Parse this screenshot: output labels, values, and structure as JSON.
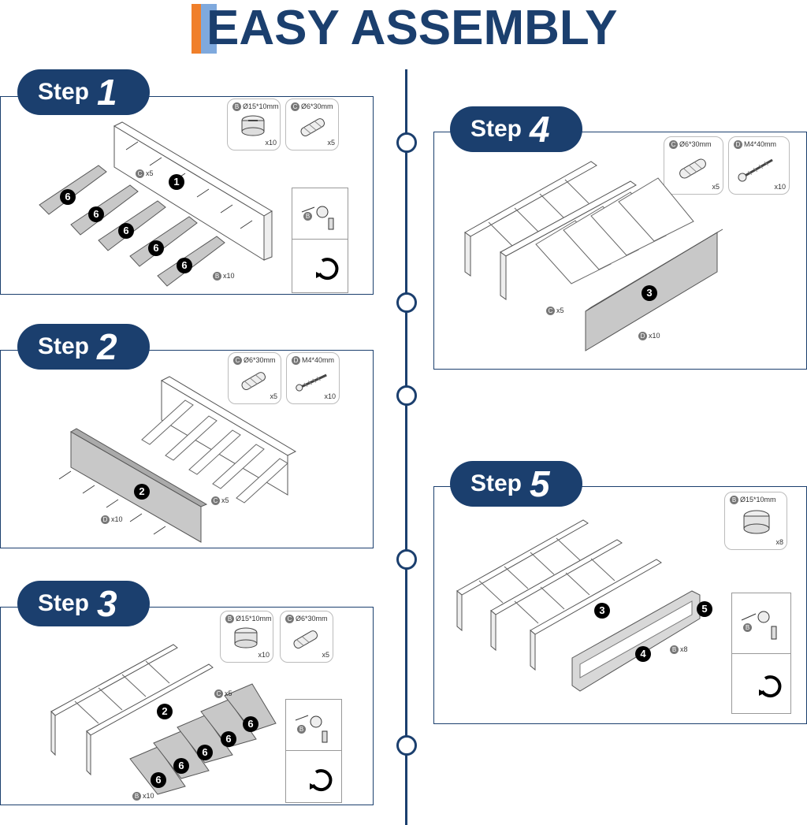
{
  "header": {
    "title": "EASY ASSEMBLY"
  },
  "steps": [
    {
      "word": "Step",
      "num": "1",
      "hardware": [
        {
          "letter": "B",
          "spec": "Ø15*10mm",
          "count": "x10"
        },
        {
          "letter": "C",
          "spec": "Ø6*30mm",
          "count": "x5"
        }
      ],
      "labels": {
        "c": "x5",
        "b": "x10"
      },
      "callouts": [
        "1",
        "6",
        "6",
        "6",
        "6",
        "6"
      ],
      "inset_letter": "B"
    },
    {
      "word": "Step",
      "num": "2",
      "hardware": [
        {
          "letter": "C",
          "spec": "Ø6*30mm",
          "count": "x5"
        },
        {
          "letter": "D",
          "spec": "M4*40mm",
          "count": "x10"
        }
      ],
      "labels": {
        "c": "x5",
        "d": "x10"
      },
      "callouts": [
        "2"
      ]
    },
    {
      "word": "Step",
      "num": "3",
      "hardware": [
        {
          "letter": "B",
          "spec": "Ø15*10mm",
          "count": "x10"
        },
        {
          "letter": "C",
          "spec": "Ø6*30mm",
          "count": "x5"
        }
      ],
      "labels": {
        "c": "x5",
        "b": "x10"
      },
      "callouts": [
        "2",
        "6",
        "6",
        "6",
        "6",
        "6"
      ],
      "inset_letter": "B"
    },
    {
      "word": "Step",
      "num": "4",
      "hardware": [
        {
          "letter": "C",
          "spec": "Ø6*30mm",
          "count": "x5"
        },
        {
          "letter": "D",
          "spec": "M4*40mm",
          "count": "x10"
        }
      ],
      "labels": {
        "c": "x5",
        "d": "x10"
      },
      "callouts": [
        "3"
      ]
    },
    {
      "word": "Step",
      "num": "5",
      "hardware": [
        {
          "letter": "B",
          "spec": "Ø15*10mm",
          "count": "x8"
        }
      ],
      "labels": {
        "b": "x8"
      },
      "callouts": [
        "3",
        "4",
        "5"
      ],
      "inset_letter": "B"
    }
  ],
  "colors": {
    "navy": "#1b3f6e",
    "orange": "#f07f2a",
    "light_blue": "#7fa9dd",
    "panel_gray": "#c8c8c8"
  }
}
